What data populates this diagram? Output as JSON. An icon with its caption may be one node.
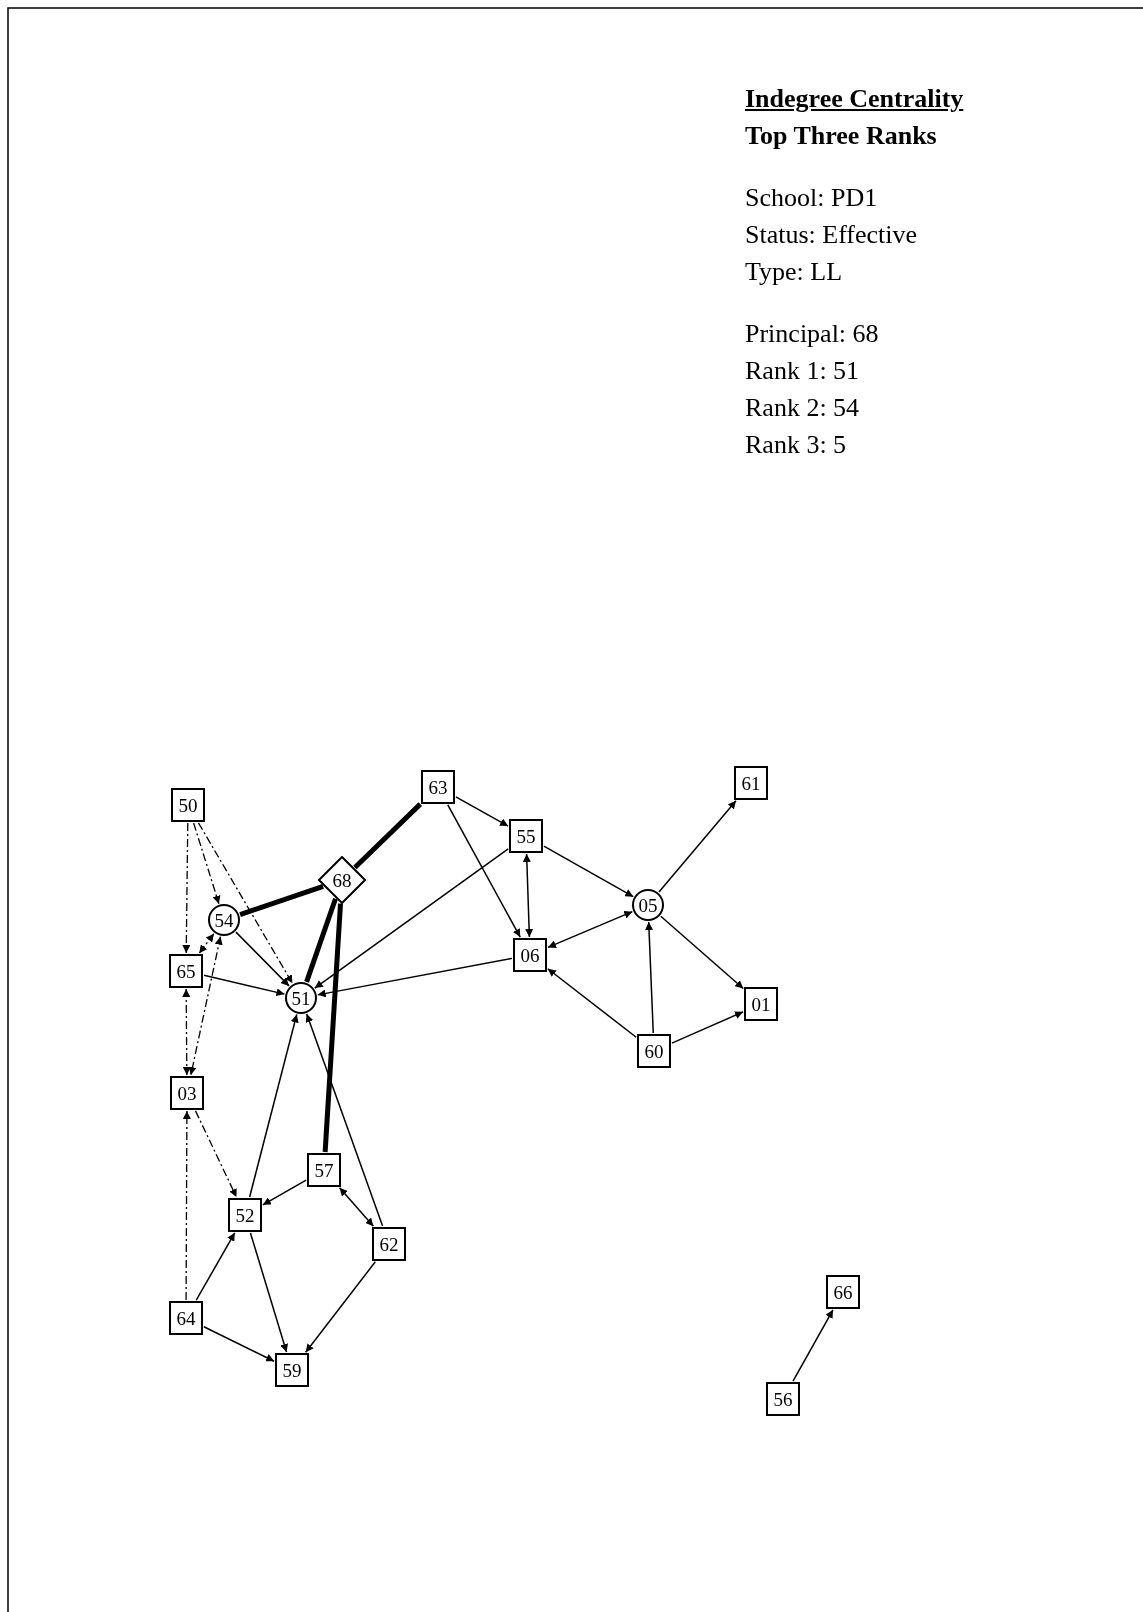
{
  "diagram": {
    "title": "Indegree Centrality",
    "nodes": [
      {
        "text": [
          "63"
        ]
      },
      {
        "text": [
          "61"
        ]
      },
      {
        "text": [
          "50"
        ]
      },
      {
        "text": [
          "55"
        ]
      },
      {
        "text": [
          "68"
        ]
      },
      {
        "text": [
          "05"
        ]
      },
      {
        "text": [
          "54"
        ]
      },
      {
        "text": [
          "06"
        ]
      },
      {
        "text": [
          "65"
        ]
      },
      {
        "text": [
          "51"
        ]
      },
      {
        "text": [
          "01"
        ]
      },
      {
        "text": [
          "60"
        ]
      },
      {
        "text": [
          "03"
        ]
      },
      {
        "text": [
          "57"
        ]
      },
      {
        "text": [
          "52"
        ]
      },
      {
        "text": [
          "62"
        ]
      },
      {
        "text": [
          "66"
        ]
      },
      {
        "text": [
          "64"
        ]
      },
      {
        "text": [
          "59"
        ]
      },
      {
        "text": [
          "56"
        ]
      }
    ],
    "edges": [
      {
        "from": 2,
        "to": 8,
        "arrow": "to",
        "style": "dashed"
      },
      {
        "from": 2,
        "to": 6,
        "arrow": "to",
        "style": "dashed"
      },
      {
        "from": 2,
        "to": 9,
        "arrow": "to",
        "style": "dashed"
      },
      {
        "from": 0,
        "to": 4,
        "arrow": "none",
        "style": "thick"
      },
      {
        "from": 4,
        "to": 6,
        "arrow": "none",
        "style": "thick"
      },
      {
        "from": 4,
        "to": 9,
        "arrow": "none",
        "style": "thick"
      },
      {
        "from": 4,
        "to": 13,
        "arrow": "none",
        "style": "thick"
      },
      {
        "from": 0,
        "to": 3,
        "arrow": "to"
      },
      {
        "from": 0,
        "to": 7,
        "arrow": "to"
      },
      {
        "from": 3,
        "to": 9,
        "arrow": "to"
      },
      {
        "from": 3,
        "to": 7,
        "arrow": "both"
      },
      {
        "from": 3,
        "to": 5,
        "arrow": "to"
      },
      {
        "from": 7,
        "to": 9,
        "arrow": "to"
      },
      {
        "from": 7,
        "to": 5,
        "arrow": "both"
      },
      {
        "from": 6,
        "to": 9,
        "arrow": "to"
      },
      {
        "from": 8,
        "to": 9,
        "arrow": "to"
      },
      {
        "from": 6,
        "to": 8,
        "arrow": "both",
        "style": "dashed"
      },
      {
        "from": 6,
        "to": 12,
        "arrow": "both",
        "style": "dashed"
      },
      {
        "from": 8,
        "to": 12,
        "arrow": "both",
        "style": "dashed"
      },
      {
        "from": 17,
        "to": 12,
        "arrow": "to",
        "style": "dashed"
      },
      {
        "from": 12,
        "to": 14,
        "arrow": "to",
        "style": "dashed"
      },
      {
        "from": 14,
        "to": 9,
        "arrow": "to"
      },
      {
        "from": 15,
        "to": 9,
        "arrow": "to"
      },
      {
        "from": 13,
        "to": 14,
        "arrow": "to"
      },
      {
        "from": 15,
        "to": 13,
        "arrow": "both"
      },
      {
        "from": 17,
        "to": 14,
        "arrow": "to"
      },
      {
        "from": 14,
        "to": 18,
        "arrow": "to"
      },
      {
        "from": 17,
        "to": 18,
        "arrow": "to"
      },
      {
        "from": 15,
        "to": 18,
        "arrow": "to"
      },
      {
        "from": 11,
        "to": 7,
        "arrow": "to"
      },
      {
        "from": 11,
        "to": 5,
        "arrow": "to"
      },
      {
        "from": 11,
        "to": 10,
        "arrow": "to"
      },
      {
        "from": 5,
        "to": 10,
        "arrow": "to"
      },
      {
        "from": 5,
        "to": 1,
        "arrow": "to"
      },
      {
        "from": 19,
        "to": 16,
        "arrow": "to"
      }
    ],
    "labels": [
      "Top Three Ranks",
      "School: PD1",
      "Status: Effective",
      "Type: LL",
      "Principal: 68",
      "Rank 1: 51",
      "Rank 2: 54",
      "Rank 3: 5"
    ]
  }
}
